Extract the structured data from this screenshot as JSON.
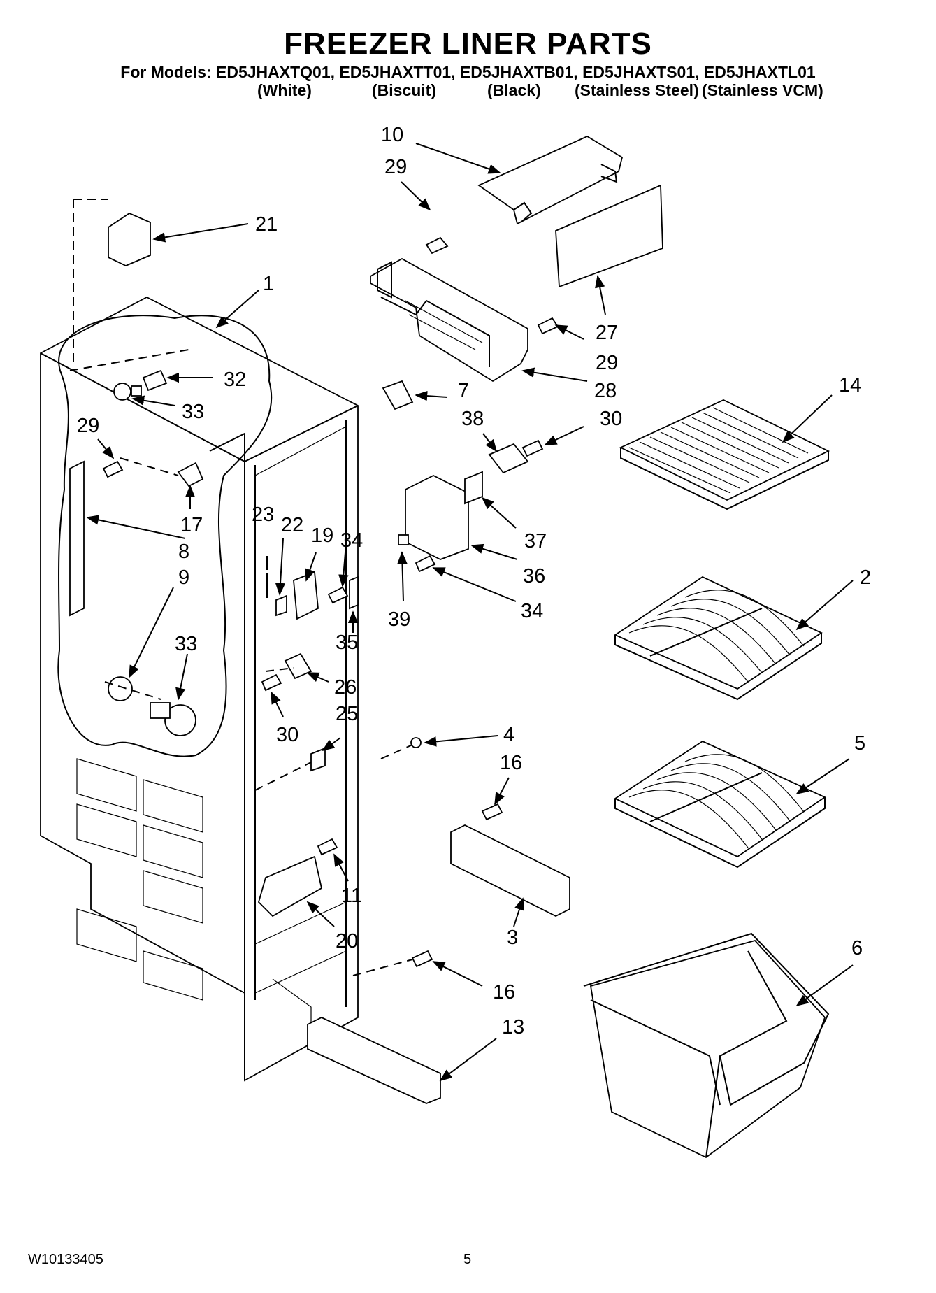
{
  "header": {
    "title": "FREEZER LINER PARTS",
    "models_line": "For Models: ED5JHAXTQ01, ED5JHAXTT01, ED5JHAXTB01, ED5JHAXTS01, ED5JHAXTL01",
    "variants": [
      "(White)",
      "(Biscuit)",
      "(Black)",
      "(Stainless Steel)",
      "(Stainless VCM)"
    ]
  },
  "callouts": [
    "10",
    "29",
    "21",
    "1",
    "27",
    "29",
    "28",
    "32",
    "33",
    "7",
    "38",
    "30",
    "29",
    "14",
    "17",
    "8",
    "23",
    "22",
    "19",
    "34",
    "9",
    "37",
    "36",
    "2",
    "34",
    "39",
    "33",
    "35",
    "26",
    "30",
    "25",
    "4",
    "16",
    "5",
    "11",
    "20",
    "3",
    "6",
    "16",
    "13"
  ],
  "footer": {
    "doc_number": "W10133405",
    "page_number": "5"
  }
}
